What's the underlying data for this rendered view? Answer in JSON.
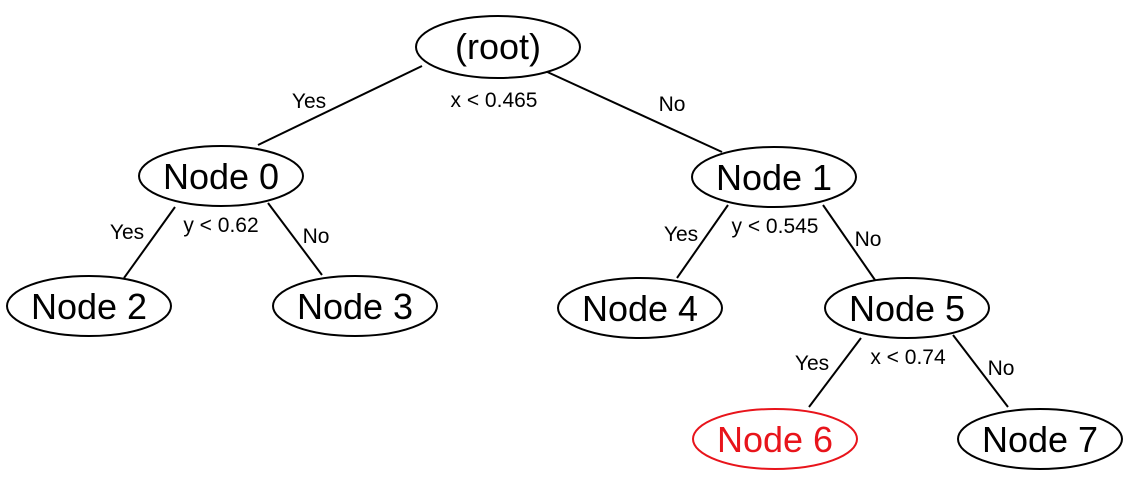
{
  "colors": {
    "default": "#000000",
    "highlight": "#e8141b"
  },
  "nodes": {
    "root": {
      "label": "(root)",
      "condition": "x < 0.465"
    },
    "n0": {
      "label": "Node 0",
      "condition": "y < 0.62"
    },
    "n1": {
      "label": "Node 1",
      "condition": "y < 0.545"
    },
    "n2": {
      "label": "Node 2"
    },
    "n3": {
      "label": "Node 3"
    },
    "n4": {
      "label": "Node 4"
    },
    "n5": {
      "label": "Node 5",
      "condition": "x < 0.74"
    },
    "n6": {
      "label": "Node 6",
      "highlighted": true
    },
    "n7": {
      "label": "Node 7"
    }
  },
  "branches": {
    "yes": "Yes",
    "no": "No"
  }
}
